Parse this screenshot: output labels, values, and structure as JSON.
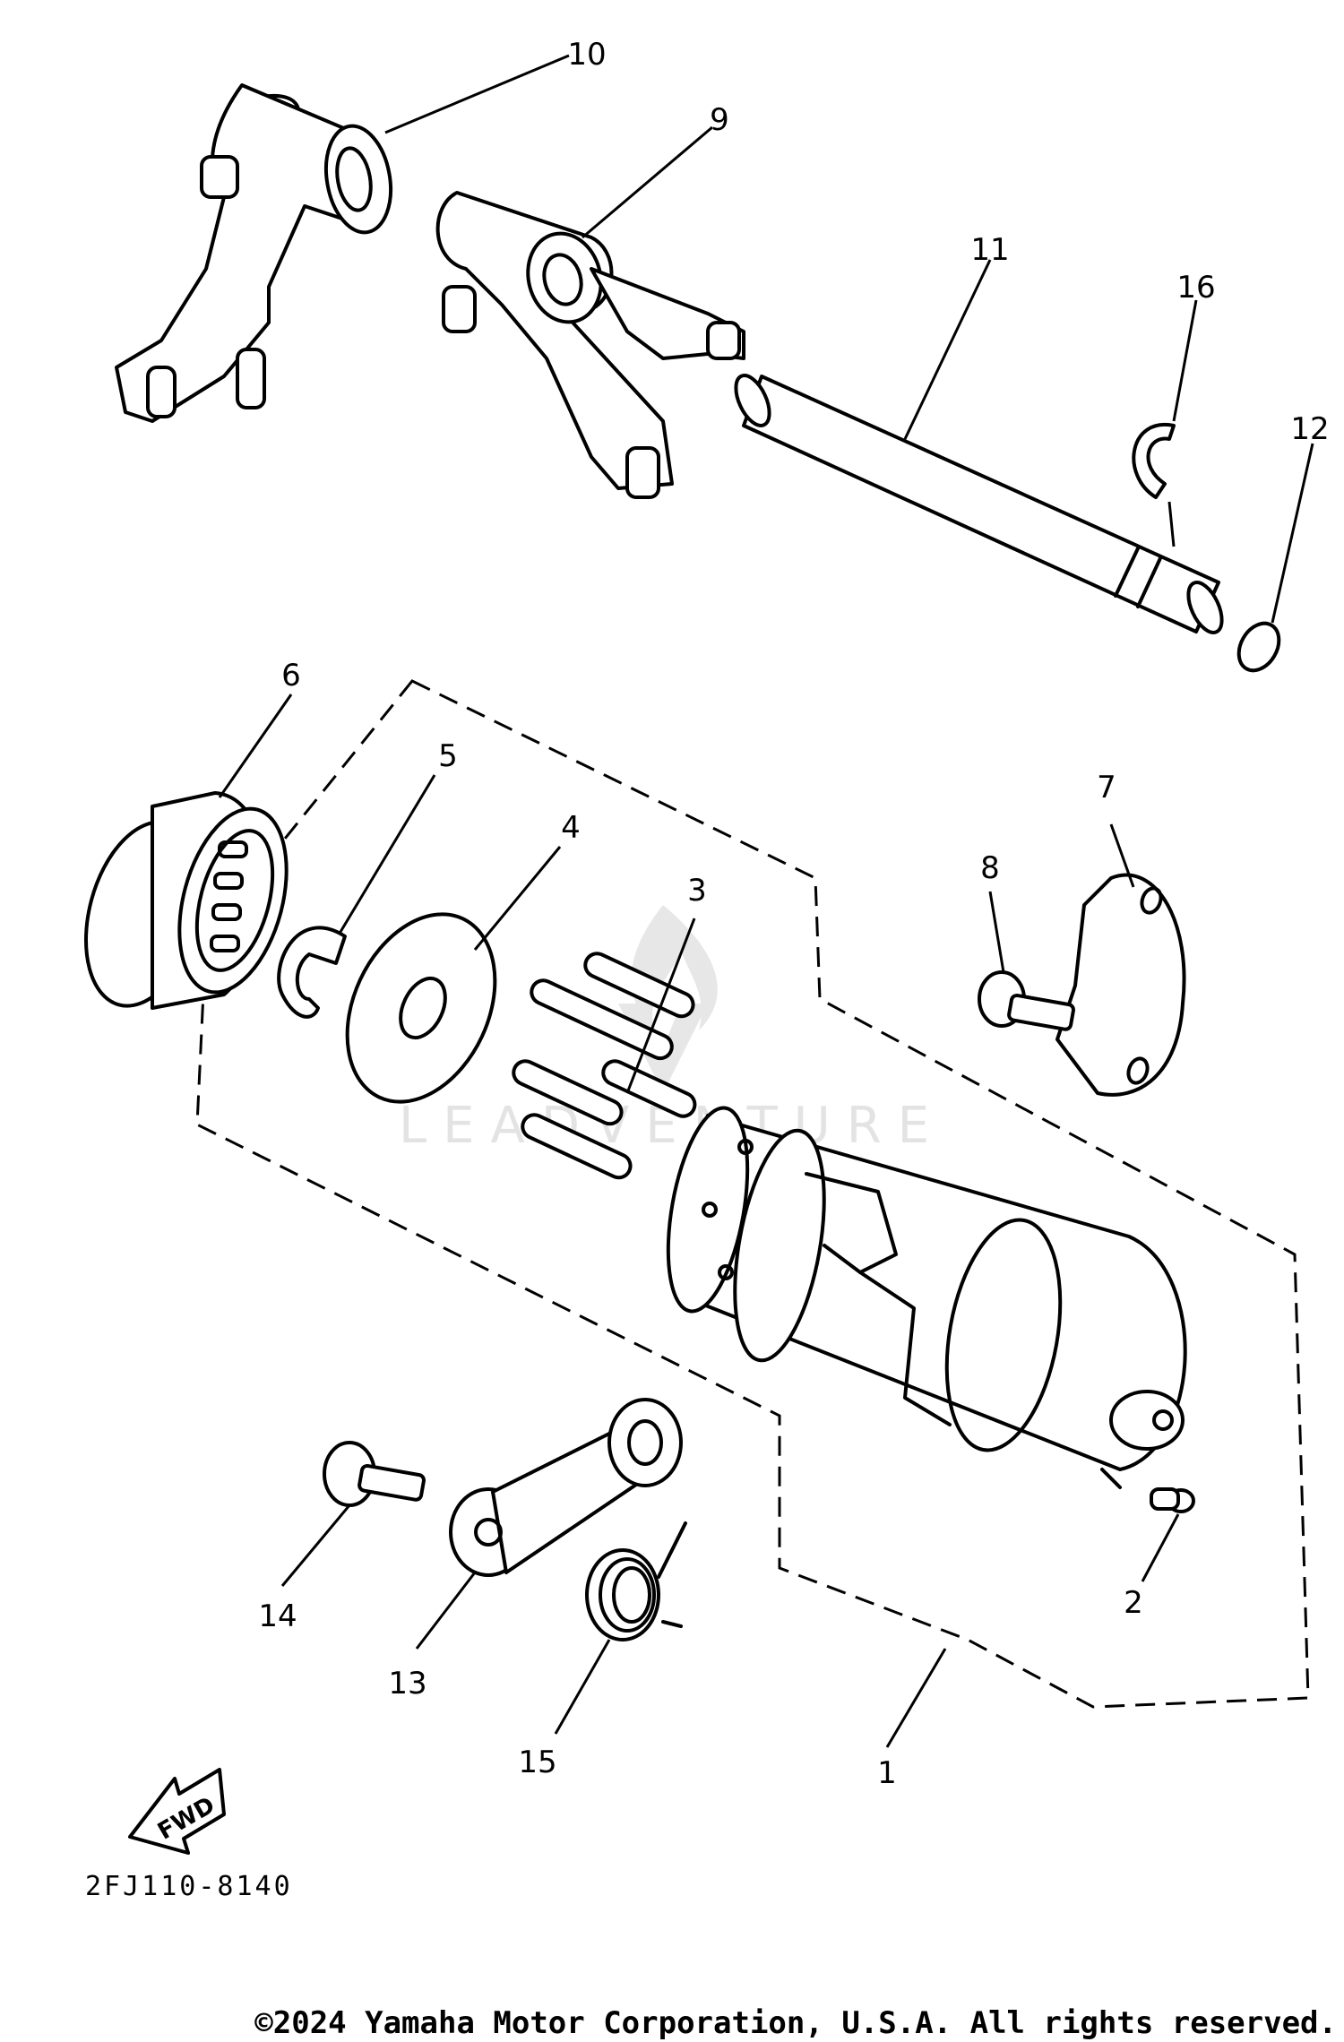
{
  "diagram_code": "2FJ110-8140",
  "fwd_label": "FWD",
  "watermark": "LEADVENTURE",
  "copyright": "©2024 Yamaha Motor Corporation, U.S.A. All rights reserved.",
  "callouts": [
    {
      "id": "1",
      "label": "1"
    },
    {
      "id": "2",
      "label": "2"
    },
    {
      "id": "3",
      "label": "3"
    },
    {
      "id": "4",
      "label": "4"
    },
    {
      "id": "5",
      "label": "5"
    },
    {
      "id": "6",
      "label": "6"
    },
    {
      "id": "7",
      "label": "7"
    },
    {
      "id": "8",
      "label": "8"
    },
    {
      "id": "9",
      "label": "9"
    },
    {
      "id": "10",
      "label": "10"
    },
    {
      "id": "11",
      "label": "11"
    },
    {
      "id": "12",
      "label": "12"
    },
    {
      "id": "13",
      "label": "13"
    },
    {
      "id": "14",
      "label": "14"
    },
    {
      "id": "15",
      "label": "15"
    },
    {
      "id": "16",
      "label": "16"
    }
  ]
}
